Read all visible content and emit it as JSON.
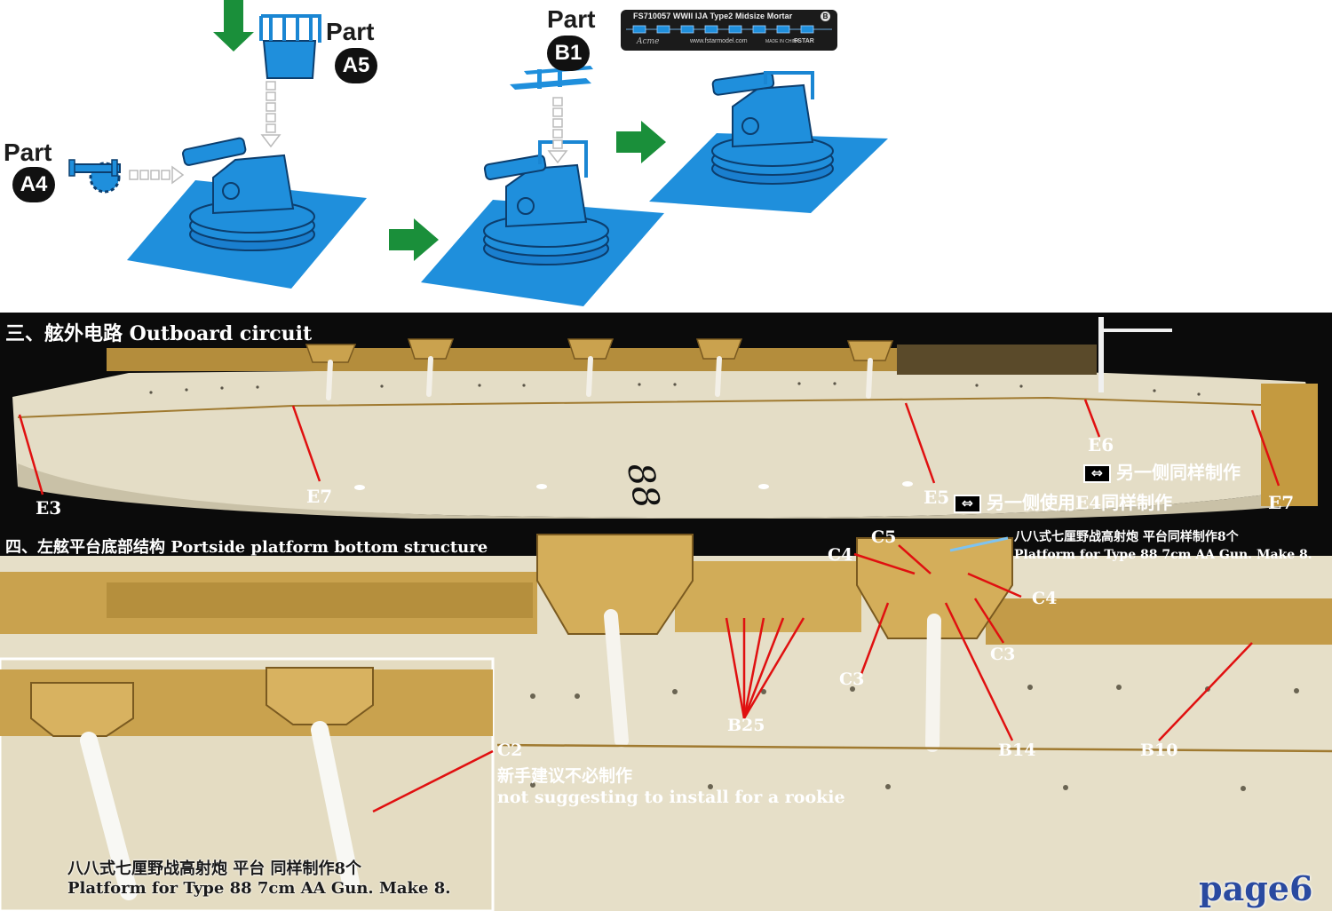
{
  "assembly": {
    "parts": [
      {
        "word": "Part",
        "code": "A4"
      },
      {
        "word": "Part",
        "code": "A5"
      },
      {
        "word": "Part",
        "code": "B1"
      }
    ],
    "fret": {
      "title": "FS710057 WWII IJA Type2 Midsize Mortar",
      "badge": "B",
      "brand": "Acme",
      "url": "www.fstarmodel.com",
      "made": "MADE IN CHINA",
      "logo": "FSTAR"
    },
    "colors": {
      "part": "#1a86d3",
      "base": "#1f8fdc",
      "arrow": "#1a8f3a"
    }
  },
  "section3": {
    "heading": "三、舷外电路 Outboard circuit",
    "hull_mark": "88",
    "labels": {
      "e3": "E3",
      "e7a": "E7",
      "e5": "E5",
      "e6": "E6",
      "e7b": "E7"
    },
    "note_e6": "另一侧同样制作",
    "note_e5": "另一侧使用E4同样制作"
  },
  "section4": {
    "heading": "四、左舷平台底部结构 Portside platform bottom structure",
    "labels": {
      "c5": "C5",
      "c4a": "C4",
      "c4b": "C4",
      "c3a": "C3",
      "c3b": "C3",
      "b25": "B25",
      "b14": "B14",
      "b10": "B10",
      "c2": "C2"
    },
    "platform_cn": "八八式七厘野战高射炮 平台同样制作8个",
    "platform_en": "Platform for Type 88 7cm AA Gun.  Make 8.",
    "c2_cn": "新手建议不必制作",
    "c2_en": "not suggesting to install for a rookie",
    "inset_cn": "八八式七厘野战高射炮 平台 同样制作8个",
    "inset_en": "Platform for Type 88 7cm AA Gun.  Make 8."
  },
  "page": "page6"
}
